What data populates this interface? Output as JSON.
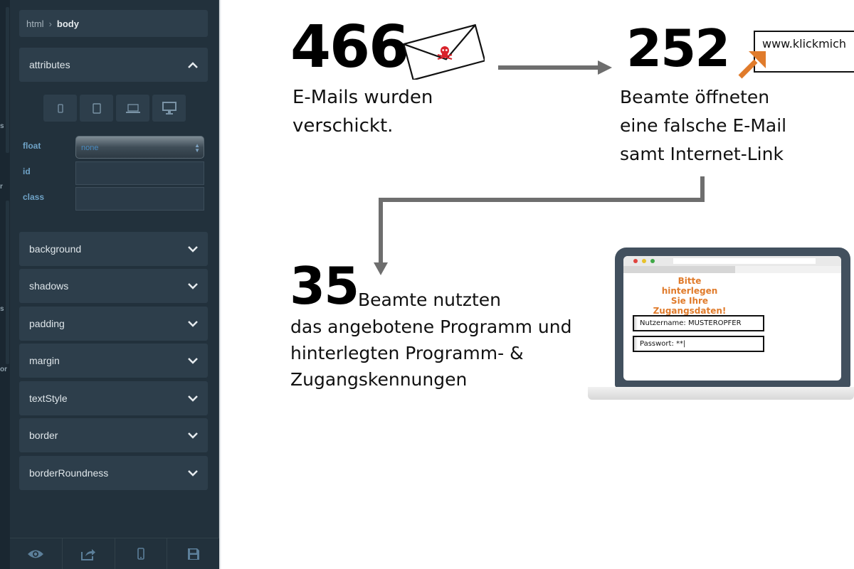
{
  "breadcrumb": {
    "item1": "html",
    "item2": "body"
  },
  "left_rail": {
    "letters": [
      "s",
      "r",
      "s",
      "or"
    ]
  },
  "attributes_section": {
    "label": "attributes"
  },
  "device_buttons": [
    "mobile-icon",
    "tablet-icon",
    "laptop-icon",
    "desktop-icon"
  ],
  "properties": {
    "float": {
      "label": "float",
      "value": "none"
    },
    "id": {
      "label": "id",
      "value": ""
    },
    "class": {
      "label": "class",
      "value": ""
    }
  },
  "sections": [
    "background",
    "shadows",
    "padding",
    "margin",
    "textStyle",
    "border",
    "borderRoundness"
  ],
  "bottom_toolbar": [
    "eye-icon",
    "share-icon",
    "mobile-preview-icon",
    "save-icon"
  ],
  "infographic": {
    "step1": {
      "number": "466",
      "text_line1": "E-Mails wurden",
      "text_line2": "verschickt."
    },
    "step2": {
      "number": "252",
      "url": "www.klickmich",
      "text_line1": "Beamte öffneten",
      "text_line2": "eine falsche E-Mail",
      "text_line3": "samt Internet-Link"
    },
    "step3": {
      "number": "35",
      "text_inline": "Beamte nutzten",
      "text_line2": "das angebotene Programm und",
      "text_line3": "hinterlegten Programm- &",
      "text_line4": "Zugangskennungen"
    },
    "laptop": {
      "msg_line1": "Bitte hinterlegen",
      "msg_line2": "Sie Ihre",
      "msg_line3": "Zugangsdaten!",
      "field1": "Nutzername:  MUSTEROPFER",
      "field2": "Passwort: **|"
    }
  },
  "colors": {
    "panel_bg": "#22313c",
    "section_bg": "#2d3e4b",
    "arrow_gray": "#6e6e6e",
    "accent_orange": "#e07b2b",
    "skull_red": "#d9232b"
  }
}
